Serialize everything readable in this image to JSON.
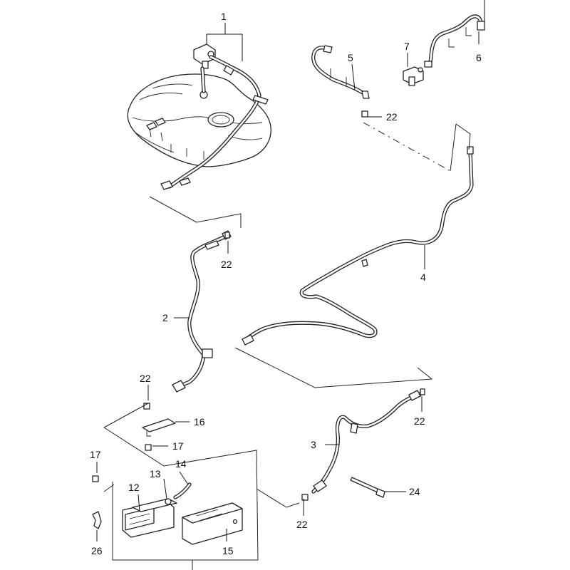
{
  "diagram": {
    "callouts": {
      "c1": "1",
      "c2": "2",
      "c3": "3",
      "c4": "4",
      "c5": "5",
      "c6": "6",
      "c7": "7",
      "c12": "12",
      "c13": "13",
      "c14": "14",
      "c15": "15",
      "c16": "16",
      "c17a": "17",
      "c17b": "17",
      "c22a": "22",
      "c22b": "22",
      "c22c": "22",
      "c22d": "22",
      "c22e": "22",
      "c24": "24",
      "c26": "26"
    }
  }
}
